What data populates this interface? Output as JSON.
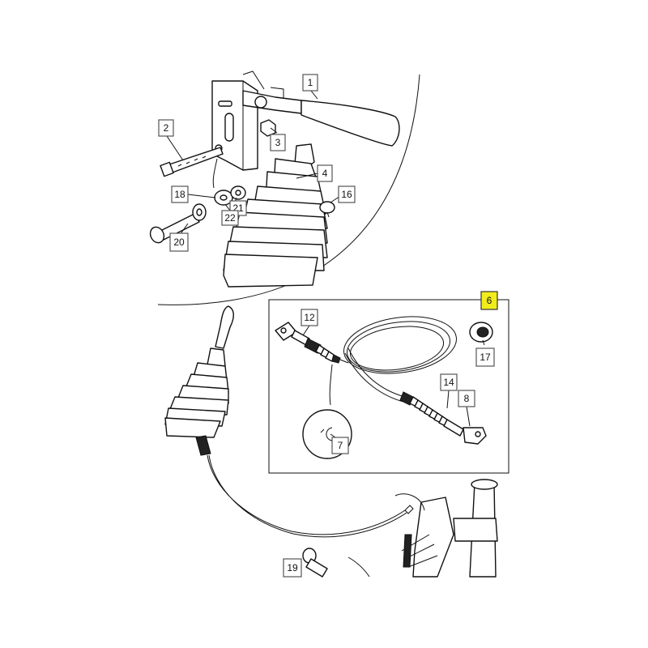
{
  "callouts": {
    "c1": "1",
    "c2": "2",
    "c3": "3",
    "c4": "4",
    "c6": "6",
    "c7": "7",
    "c8": "8",
    "c12": "12",
    "c14": "14",
    "c16": "16",
    "c17": "17",
    "c18": "18",
    "c19": "19",
    "c20": "20",
    "c21": "21",
    "c22": "22"
  },
  "colors": {
    "highlight": "#f2ec1c",
    "line": "#111111"
  }
}
